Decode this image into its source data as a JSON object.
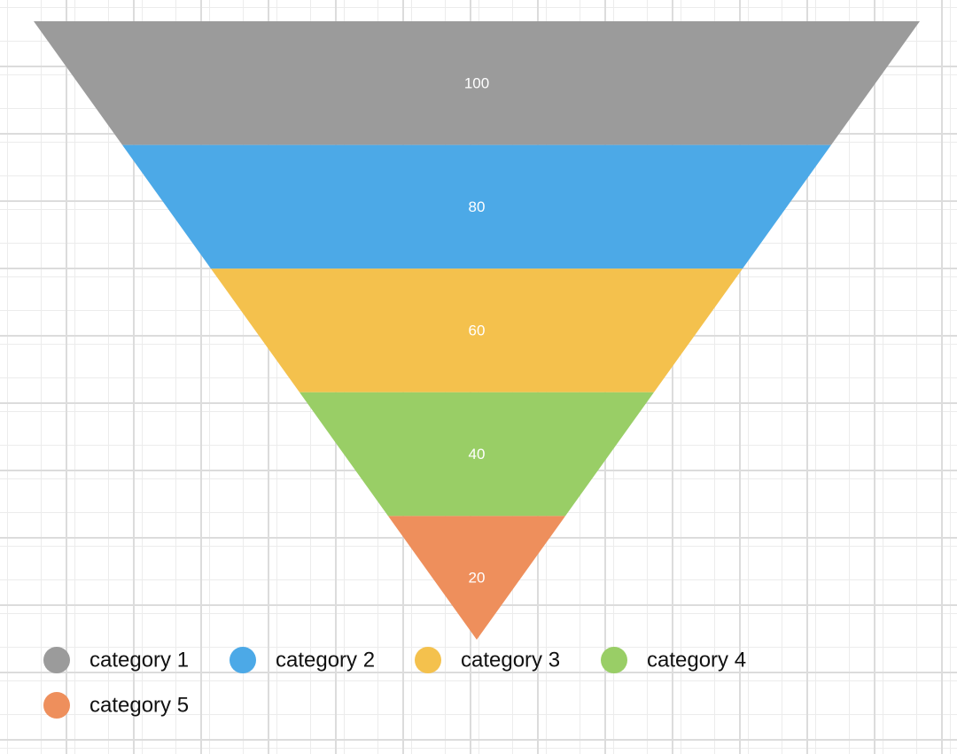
{
  "chart_data": {
    "type": "funnel",
    "categories": [
      "category 1",
      "category 2",
      "category 3",
      "category 4",
      "category 5"
    ],
    "values": [
      100,
      80,
      60,
      40,
      20
    ],
    "colors": [
      "#9b9b9b",
      "#4ca9e7",
      "#f4c14d",
      "#99ce66",
      "#ee8f5c"
    ],
    "legend_position": "bottom-left"
  }
}
